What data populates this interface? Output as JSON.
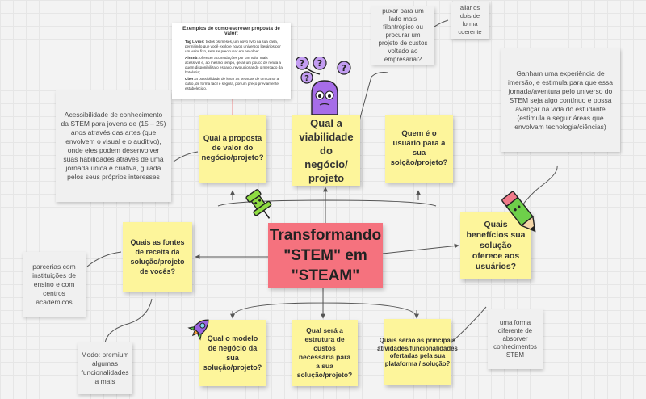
{
  "center": {
    "text": "Transformando \"STEM\" em \"STEAM\""
  },
  "questions": {
    "value_proposition": "Qual a proposta de valor do negócio/projeto?",
    "viability": "Qual a viabilidade do negócio/ projeto",
    "users": "Quem é o usuário para a sua solção/projeto?",
    "revenue": "Quais as fontes de receita da solução/projeto de vocês?",
    "benefits": "Quais benefícios sua solução oferece aos usuários?",
    "business_model": "Qual o modelo de negócio da sua solução/projeto?",
    "cost_structure": "Qual será a estrutura de custos necessária para a sua solução/projeto?",
    "activities": "Quais serão as principais atividades/funcionalidades ofertadas pela sua plataforma / solução?"
  },
  "answers": {
    "accessibility": "Acessibilidade de conhecimento da STEM para jovens de (15 – 25) anos através das artes (que envolvem o visual e o auditivo), onde eles podem desenvolver suas habilidades através de uma jornada única e criativa, guiada pelos seus próprios interesses",
    "philanthropic": "puxar para um lado mais filantrópico ou procurar um projeto de custos voltado ao empresarial?",
    "align": "aliar os dois de forma coerente",
    "experience": "Ganham uma experiência de imersão, e estimula para que essa jornada/aventura pelo universo do STEM seja algo contínuo e possa avançar na vida do estudante (estimula a seguir áreas que envolvam tecnologia/ciências)",
    "partnerships": "parcerias com instituições de ensino e com centros acadêmicos",
    "premium": "Modo: premium algumas funcionalidades a mais",
    "absorb": "uma forma diferente de absorver conhecimentos STEM"
  },
  "examples": {
    "title": "Exemplos de como escrever proposta de valor:",
    "items": [
      {
        "name": "Tag Livros:",
        "text": "todos os meses, um novo livro na sua casa, permitindo que você explore novos universos literários por um valor fixo, sem se preocupar em escolher."
      },
      {
        "name": "AirBnb:",
        "text": "oferecer acomodações por um valor mais acessível e, ao mesmo tempo, gerar um pouco de renda a quem disponibiliza o espaço, revolucionando o mercado da hotelaria;"
      },
      {
        "name": "Uber:",
        "text": "a possibilidade de levar as pessoas de um canto a outro, de forma fácil e segura, por um preço previamente estabelecido."
      }
    ]
  },
  "colors": {
    "sticky": "#fdf59b",
    "center": "#f5727e",
    "card": "#f0f0f0",
    "connector": "#555555"
  },
  "stickers": [
    "question-monster-sticker",
    "pushpin-sticker",
    "pencil-sticker",
    "rocket-sticker"
  ]
}
